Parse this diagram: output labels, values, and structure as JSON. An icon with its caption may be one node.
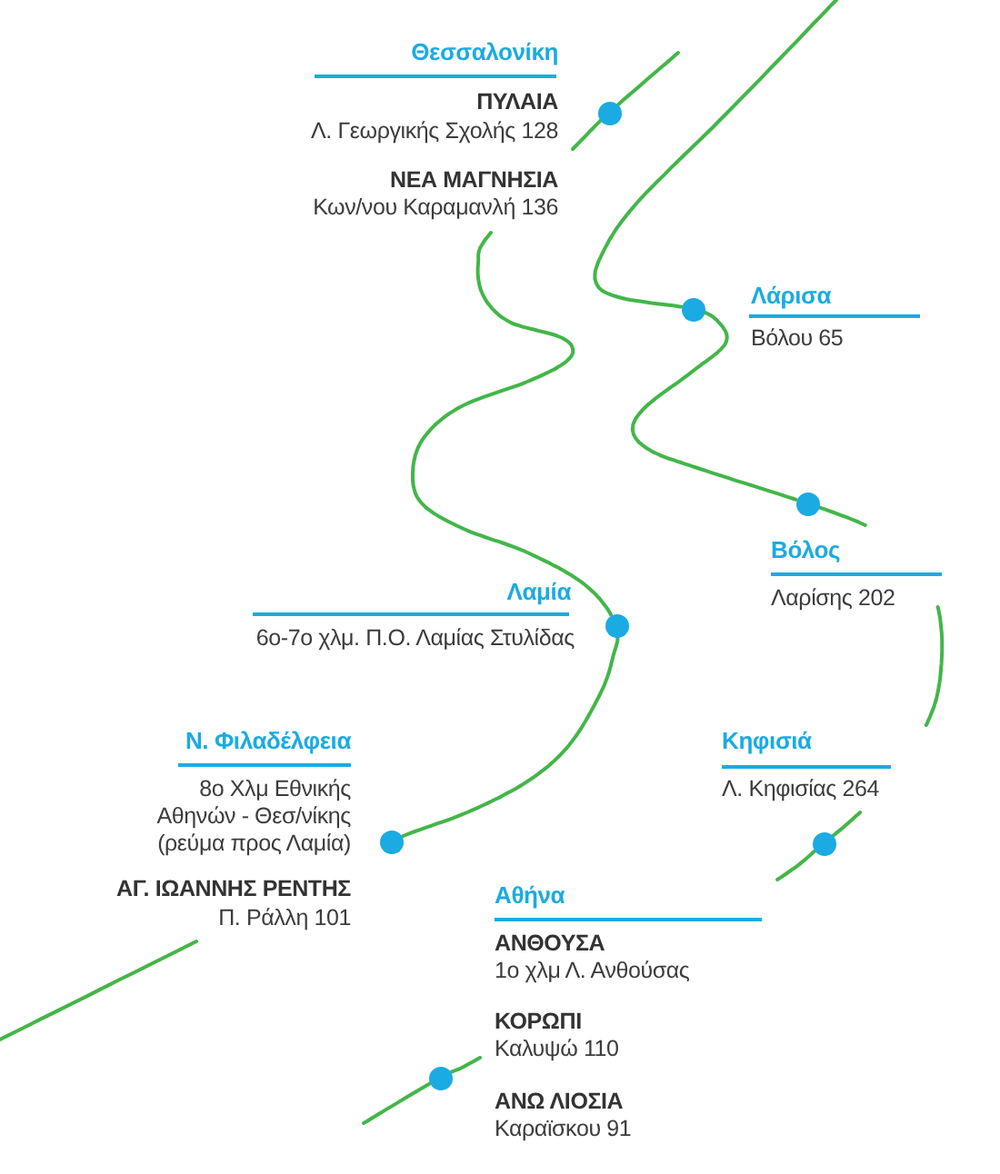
{
  "diagram": {
    "nodes": [
      {
        "text": [],
        "shape": "circle",
        "beside": [
          "Θεσσαλονίκη",
          "ΠΥΛΑΙΑ",
          "Λ. Γεωργικής Σχολής 128",
          "ΝΕΑ ΜΑΓΝΗΣΙΑ",
          "Κων/νου Καραμανλή 136"
        ]
      },
      {
        "text": [],
        "shape": "circle",
        "beside": [
          "Λάρισα",
          "Βόλου 65"
        ]
      },
      {
        "text": [],
        "shape": "circle",
        "beside": [
          "Βόλος",
          "Λαρίσης 202"
        ]
      },
      {
        "text": [],
        "shape": "circle",
        "beside": [
          "Λαμία",
          "6ο-7ο χλμ. Π.Ο. Λαμίας Στυλίδας"
        ]
      },
      {
        "text": [],
        "shape": "circle",
        "beside": [
          "Ν. Φιλαδέλφεια",
          "8ο Χλμ Εθνικής Αθηνών - Θεσ/νίκης (ρεύμα προς Λαμία)",
          "ΑΓ. ΙΩΑΝΝΗΣ ΡΕΝΤΗΣ",
          "Π. Ράλλη 101"
        ]
      },
      {
        "text": [],
        "shape": "circle",
        "beside": [
          "Κηφισιά",
          "Λ. Κηφισίας 264"
        ]
      },
      {
        "text": [],
        "shape": "circle",
        "beside": [
          "Αθήνα",
          "ΑΝΘΟΥΣΑ",
          "1ο χλμ Λ. Ανθούσας",
          "ΚΟΡΩΠΙ",
          "Καλυψώ 110",
          "ΑΝΩ ΛΙΟΣΙΑ",
          "Καραϊσκου 91"
        ]
      }
    ],
    "edges": [
      {
        "from": null,
        "to": 0,
        "arrow": "none"
      },
      {
        "from": 0,
        "to": null,
        "arrow": "none"
      },
      {
        "from": 0,
        "to": 3,
        "arrow": "none"
      },
      {
        "from": 3,
        "to": 4,
        "arrow": "none"
      },
      {
        "from": null,
        "to": 1,
        "arrow": "none"
      },
      {
        "from": 1,
        "to": 2,
        "arrow": "none"
      },
      {
        "from": 2,
        "to": null,
        "arrow": "none"
      },
      {
        "from": null,
        "to": 5,
        "arrow": "none"
      },
      {
        "from": 5,
        "to": null,
        "arrow": "none"
      },
      {
        "from": null,
        "to": 6,
        "arrow": "none"
      },
      {
        "from": 6,
        "to": null,
        "arrow": "none"
      }
    ]
  }
}
